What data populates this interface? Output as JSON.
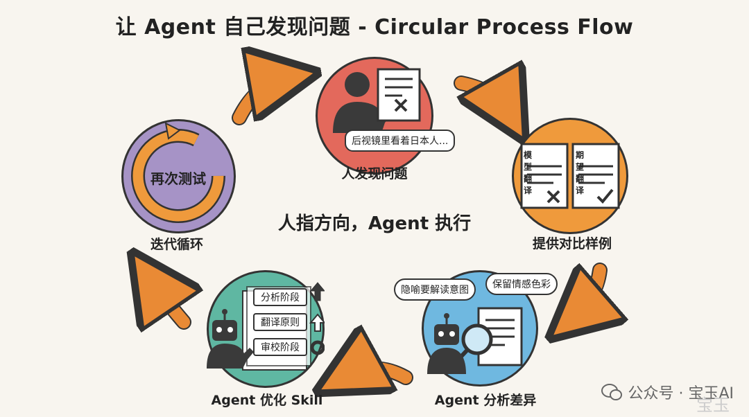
{
  "title": "让 Agent 自己发现问题 - Circular Process Flow",
  "center_text": "人指方向，Agent 执行",
  "nodes": {
    "human_finds": {
      "label": "人发现问题",
      "bubble": "后视镜里看着日本人..."
    },
    "provide_examples": {
      "label": "提供对比样例",
      "doc_left": "模型翻译",
      "doc_right": "期望翻译"
    },
    "agent_analyzes": {
      "label": "Agent 分析差异",
      "cloud_left": "隐喻要解读意图",
      "cloud_right": "保留情感色彩"
    },
    "agent_optimizes": {
      "label": "Agent 优化 Skill",
      "steps": [
        "分析阶段",
        "翻译原则",
        "审校阶段"
      ]
    },
    "iterate": {
      "label": "迭代循环",
      "inner": "再次测试"
    }
  },
  "watermark": {
    "text": "公众号 · 宝玉AI",
    "ghost": "宝玉"
  },
  "colors": {
    "red": "#e3695c",
    "orange": "#ef9a3c",
    "blue": "#6fb8e0",
    "teal": "#5fb7a2",
    "purple": "#a693c6",
    "arrow": "#e98a35"
  }
}
